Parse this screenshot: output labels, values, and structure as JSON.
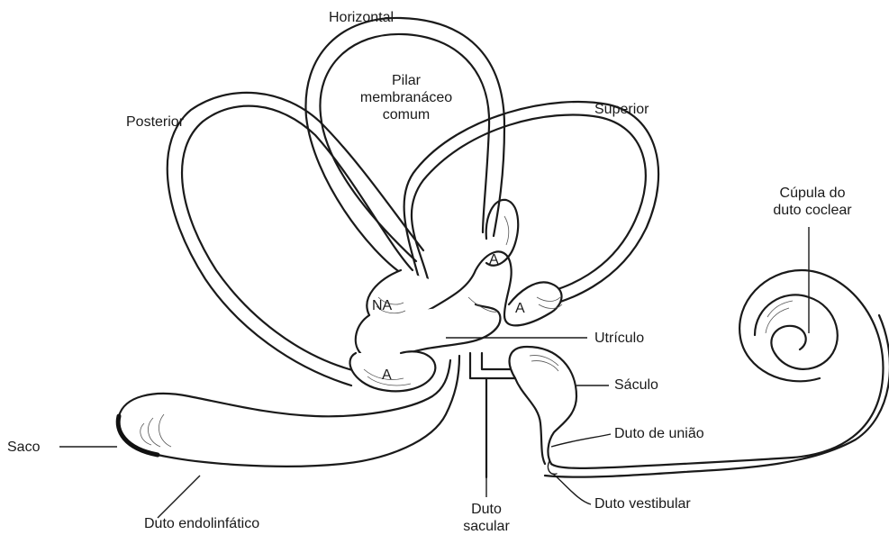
{
  "labels": {
    "horizontal": "Horizontal",
    "pilar_line1": "Pilar",
    "pilar_line2": "membranáceo",
    "pilar_line3": "comum",
    "posterior": "Posterior",
    "superior": "Superior",
    "cupula_line1": "Cúpula do",
    "cupula_line2": "duto coclear",
    "na": "NA",
    "a_top": "A",
    "a_right": "A",
    "a_bottom": "A",
    "utriculo": "Utrículo",
    "saculo": "Sáculo",
    "saco": "Saco",
    "duto_uniao": "Duto de união",
    "duto_endolinfatico": "Duto endolinfático",
    "duto_sacular_line1": "Duto",
    "duto_sacular_line2": "sacular",
    "duto_vestibular": "Duto vestibular"
  },
  "colors": {
    "ink": "#1a1a1a",
    "background": "#ffffff"
  }
}
